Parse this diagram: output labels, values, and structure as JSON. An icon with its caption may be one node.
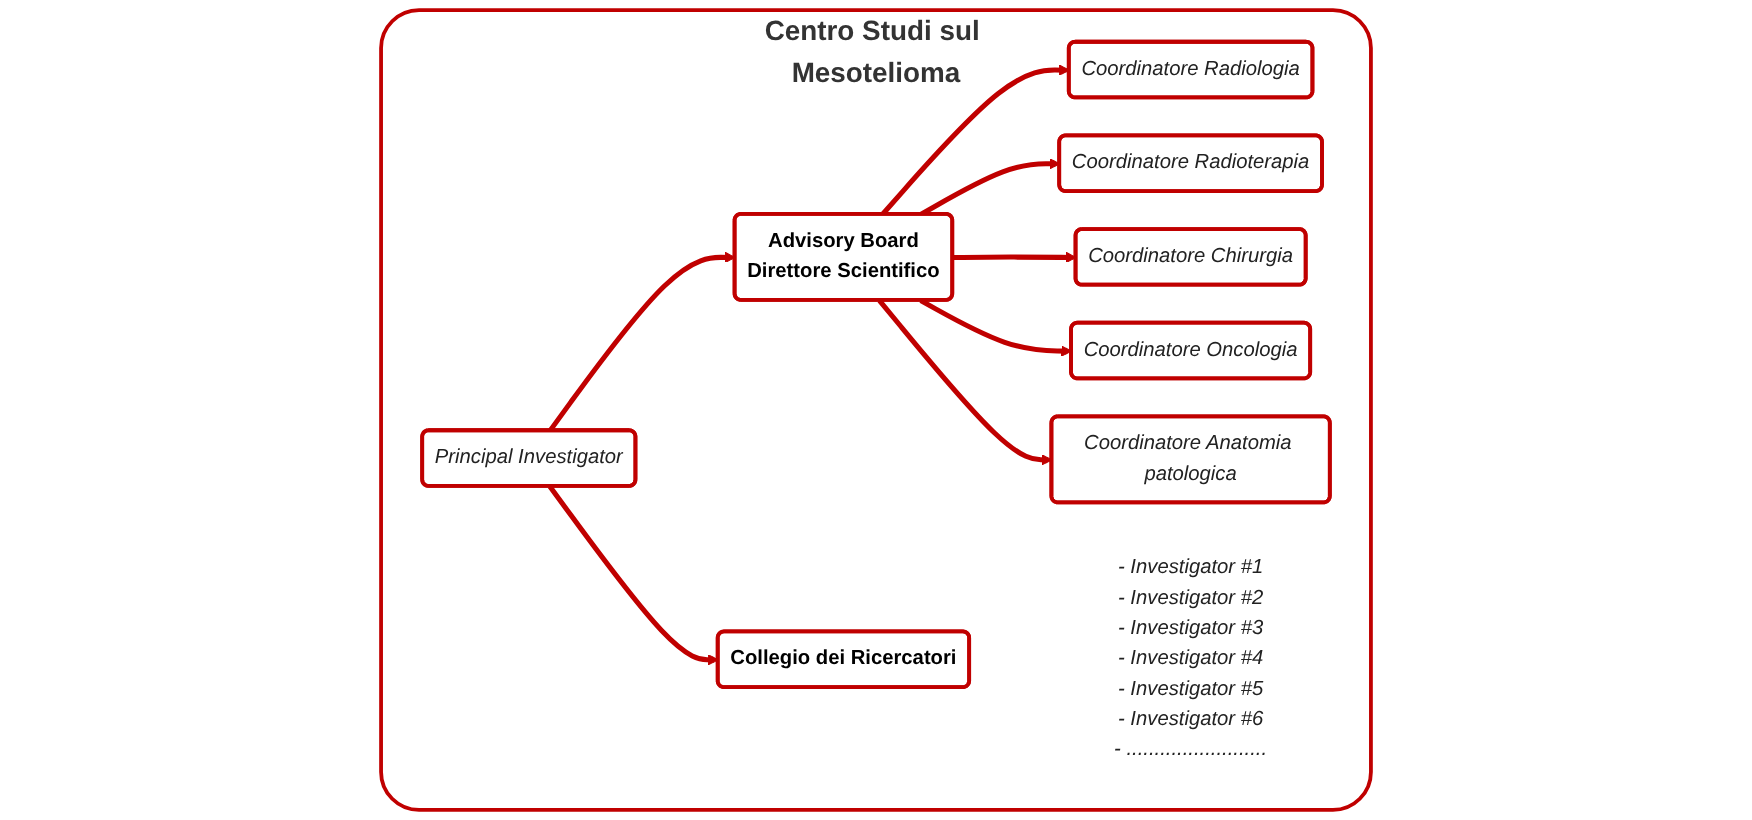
{
  "diagram": {
    "nodes": [
      {
        "text": [
          "Centro Studi sul Mesotelioma"
        ]
      },
      {
        "text": [
          "Principal Investigator"
        ],
        "in": 0
      },
      {
        "text": [
          "Advisory Board",
          "Direttore Scientifico"
        ],
        "in": 0
      },
      {
        "text": [
          "Collegio dei Ricercatori"
        ],
        "in": 0,
        "beside": [
          "- Investigator #1",
          "- Investigator #2",
          "- Investigator #3",
          "- Investigator #4",
          "- Investigator #5",
          "- Investigator #6",
          "- ........................."
        ]
      },
      {
        "text": [
          "Coordinatore Radiologia"
        ],
        "in": 0
      },
      {
        "text": [
          "Coordinatore Anatomia patologica"
        ],
        "in": 0
      },
      {
        "text": [
          "Coordinatore Radioterapia"
        ],
        "in": 0
      },
      {
        "text": [
          "Coordinatore Chirurgia"
        ],
        "in": 0
      },
      {
        "text": [
          "Coordinatore Oncologia"
        ],
        "in": 0
      }
    ],
    "edges": [
      {
        "from": 1,
        "to": 2,
        "arrow": "to"
      },
      {
        "from": 1,
        "to": 3,
        "arrow": "to"
      },
      {
        "from": 2,
        "to": 4,
        "arrow": "to"
      },
      {
        "from": 2,
        "to": 6,
        "arrow": "to"
      },
      {
        "from": 2,
        "to": 7,
        "arrow": "to"
      },
      {
        "from": 2,
        "to": 8,
        "arrow": "to"
      },
      {
        "from": 2,
        "to": 5,
        "arrow": "to"
      }
    ]
  }
}
